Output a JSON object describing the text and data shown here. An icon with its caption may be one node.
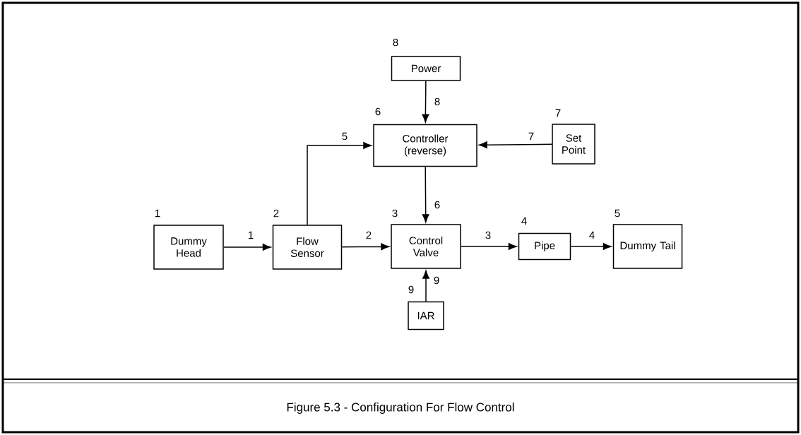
{
  "diagram": {
    "caption": "Figure 5.3 - Configuration For Flow Control",
    "nodes": [
      {
        "text": [
          "Dummy Head"
        ],
        "beside": [
          "1"
        ]
      },
      {
        "text": [
          "Flow Sensor"
        ],
        "beside": [
          "2"
        ]
      },
      {
        "text": [
          "Control Valve"
        ],
        "beside": [
          "3"
        ]
      },
      {
        "text": [
          "Pipe"
        ],
        "beside": [
          "4"
        ]
      },
      {
        "text": [
          "Dummy Tail"
        ],
        "beside": [
          "5"
        ]
      },
      {
        "text": [
          "Controller (reverse)"
        ],
        "beside": [
          "6"
        ]
      },
      {
        "text": [
          "Set Point"
        ],
        "beside": [
          "7"
        ]
      },
      {
        "text": [
          "Power"
        ],
        "beside": [
          "8"
        ]
      },
      {
        "text": [
          "IAR"
        ]
      }
    ],
    "edges": [
      {
        "from": 0,
        "to": 1,
        "arrow": "to",
        "label": "1"
      },
      {
        "from": 1,
        "to": 2,
        "arrow": "to",
        "label": "2"
      },
      {
        "from": 2,
        "to": 3,
        "arrow": "to",
        "label": "3"
      },
      {
        "from": 3,
        "to": 4,
        "arrow": "to",
        "label": "4"
      },
      {
        "from": 1,
        "to": 5,
        "arrow": "to",
        "label": "5"
      },
      {
        "from": 6,
        "to": 5,
        "arrow": "to",
        "label": "7"
      },
      {
        "from": 5,
        "to": 2,
        "arrow": "to",
        "label": "6"
      },
      {
        "from": 7,
        "to": 5,
        "arrow": "to",
        "label": "8"
      },
      {
        "from": 8,
        "to": 2,
        "arrow": "to",
        "label": "9"
      }
    ],
    "labels": [
      "9"
    ]
  }
}
